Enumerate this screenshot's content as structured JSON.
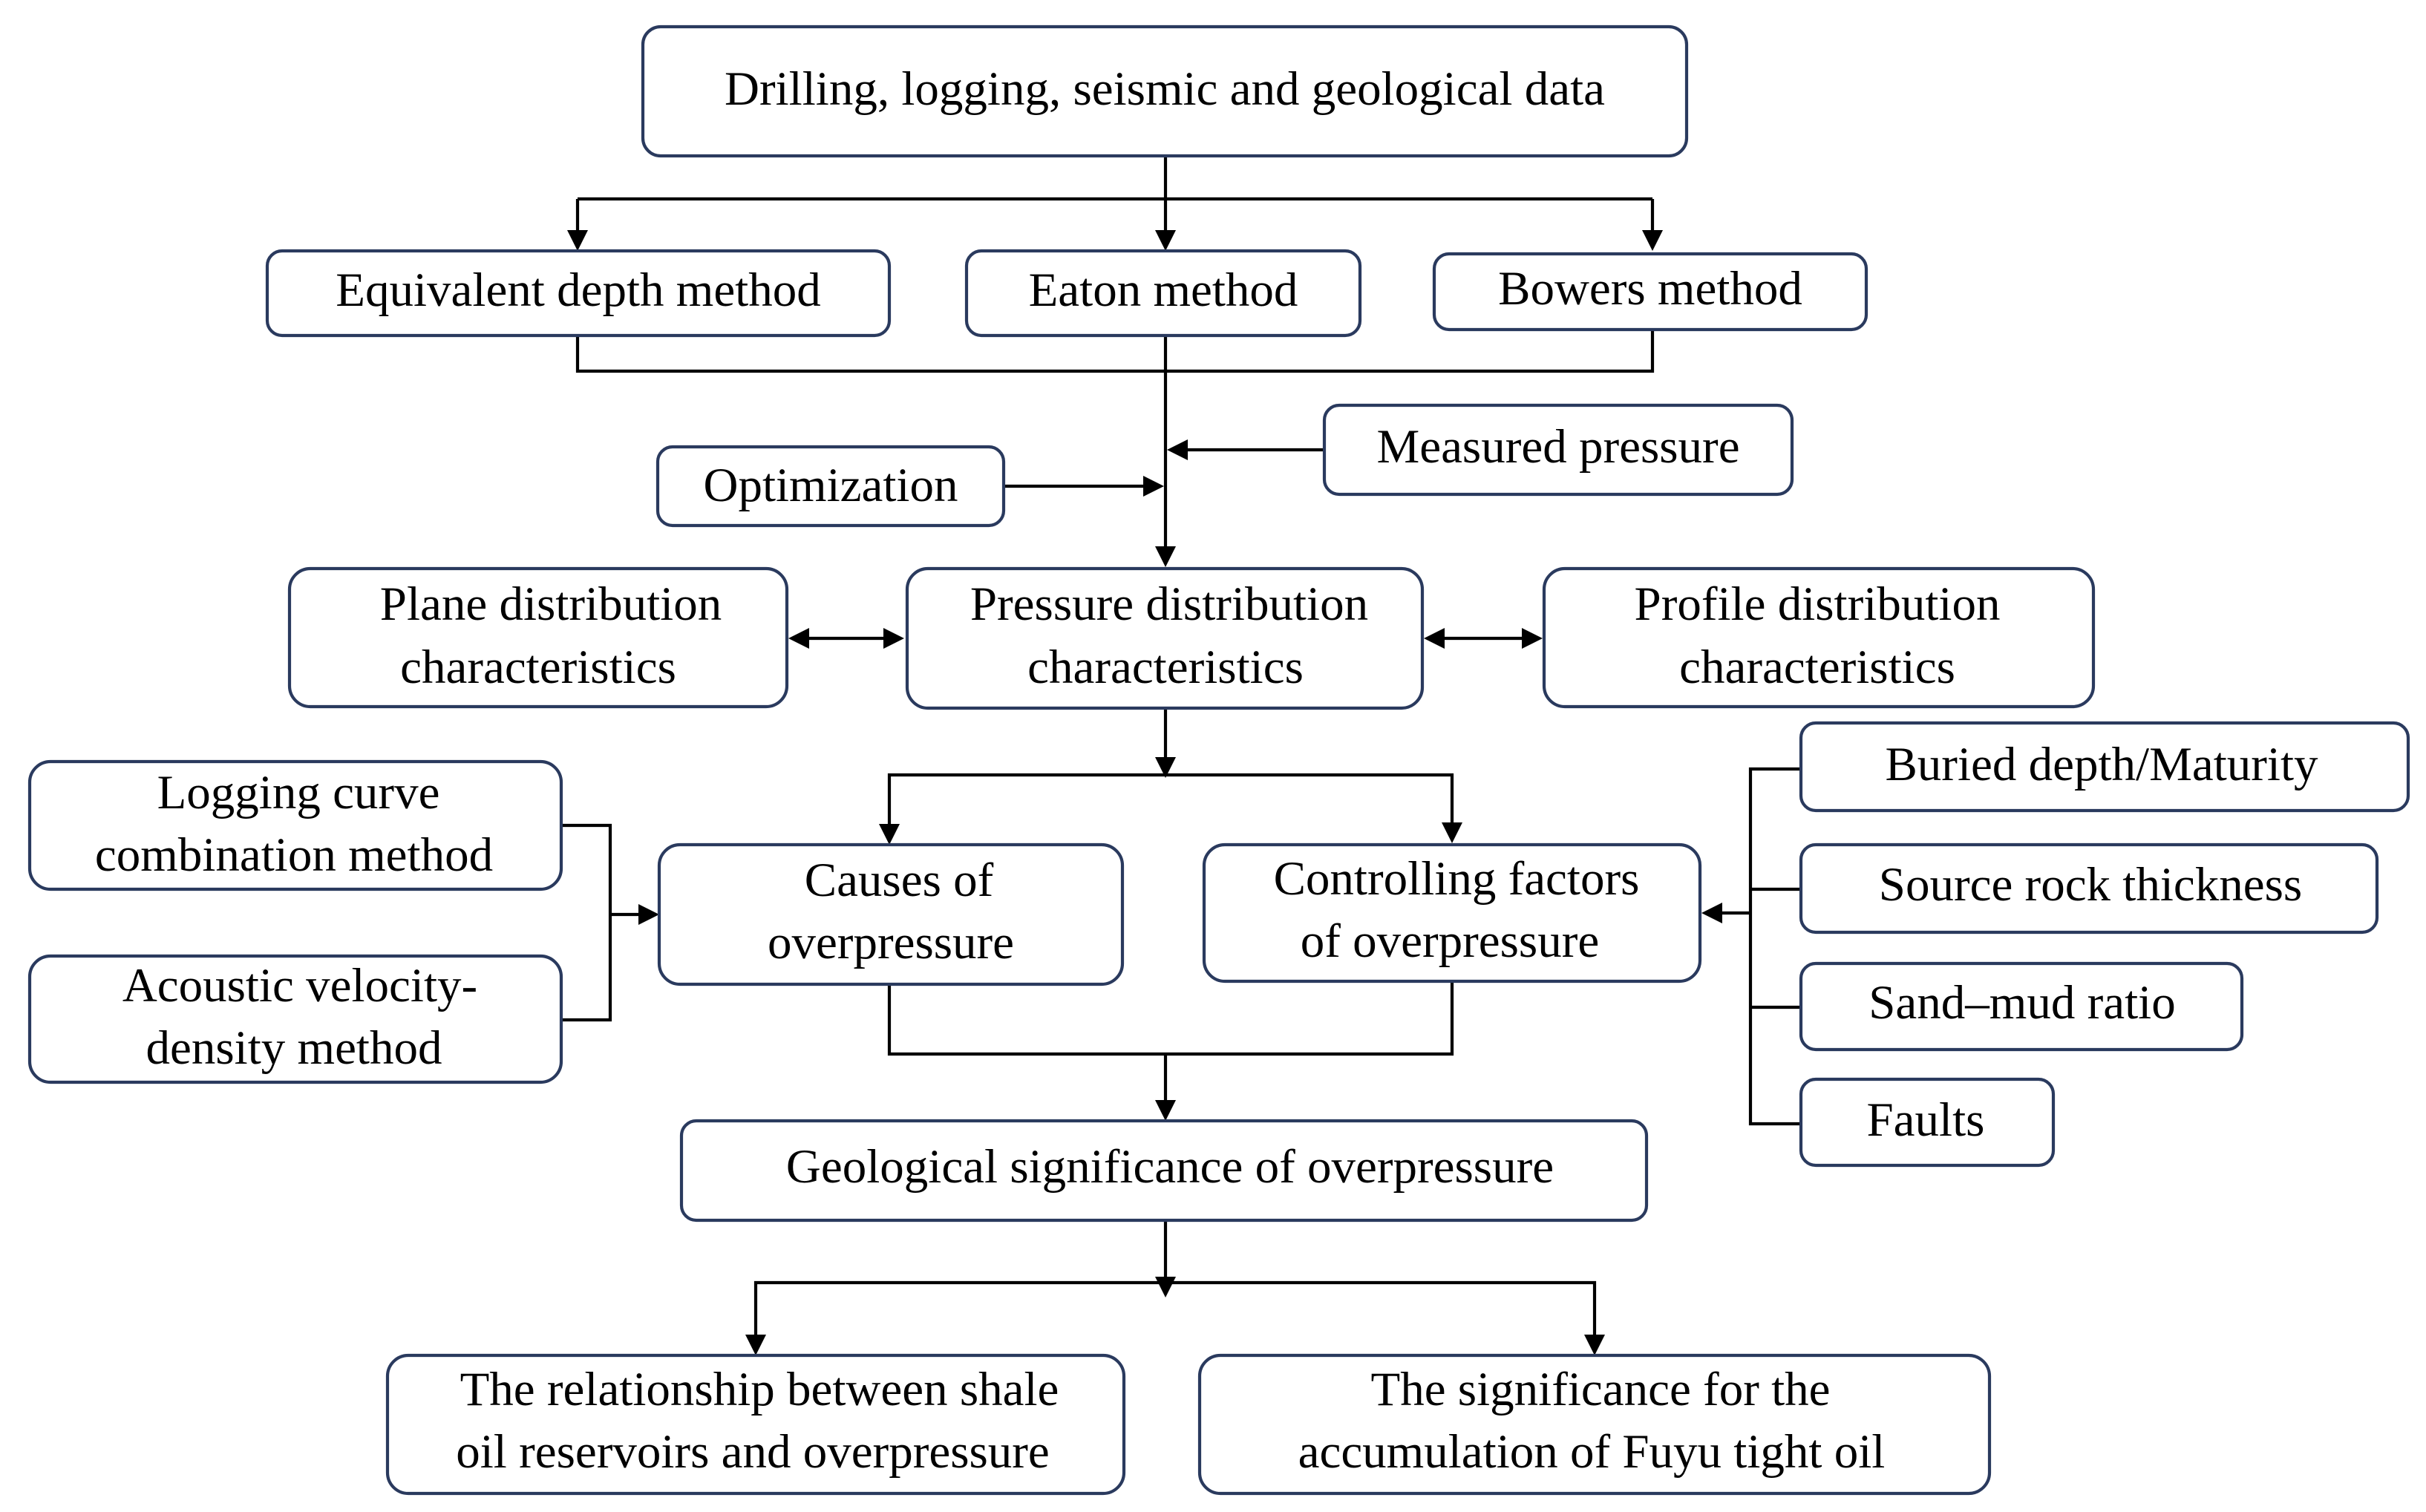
{
  "nodes": {
    "data_sources": "Drilling, logging, seismic and geological data",
    "equivalent_depth": "Equivalent depth method",
    "eaton": "Eaton method",
    "bowers": "Bowers method",
    "measured_pressure": "Measured pressure",
    "optimization": "Optimization",
    "plane": [
      "Plane distribution",
      "characteristics"
    ],
    "pressure": [
      "Pressure distribution",
      "characteristics"
    ],
    "profile": [
      "Profile distribution",
      "characteristics"
    ],
    "logging_curve": [
      "Logging curve",
      "combination method"
    ],
    "acoustic": [
      "Acoustic velocity-",
      "density method"
    ],
    "causes": [
      "Causes of",
      "overpressure"
    ],
    "controlling": [
      "Controlling factors",
      "of overpressure"
    ],
    "buried_depth": "Buried depth/Maturity",
    "source_rock": "Source rock thickness",
    "sand_mud": "Sand–mud ratio",
    "faults": "Faults",
    "geological_significance": "Geological significance of overpressure",
    "shale_relationship": [
      "The relationship between shale",
      "oil reservoirs and overpressure"
    ],
    "fuyu_significance": [
      "The significance for the",
      "accumulation of Fuyu tight oil"
    ]
  }
}
